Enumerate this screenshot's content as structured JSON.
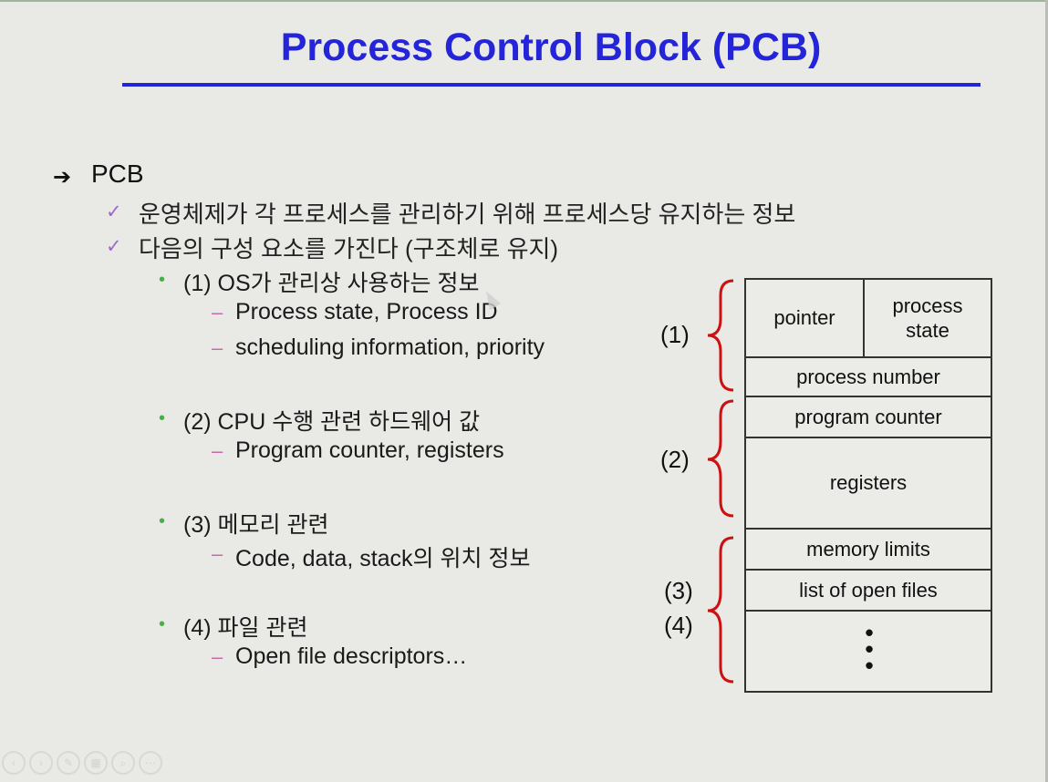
{
  "slide": {
    "title": "Process Control Block (PCB)",
    "level1": "PCB",
    "level2": [
      "운영체제가 각 프로세스를 관리하기 위해 프로세스당 유지하는 정보",
      "다음의 구성 요소를 가진다 (구조체로 유지)"
    ],
    "groups": [
      {
        "label": "(1) OS가 관리상 사용하는 정보",
        "items": [
          "Process state, Process ID",
          "scheduling information, priority"
        ]
      },
      {
        "label": "(2) CPU 수행 관련 하드웨어 값",
        "items": [
          "Program counter, registers"
        ]
      },
      {
        "label": "(3) 메모리 관련",
        "items": [
          "Code, data, stack의 위치 정보"
        ]
      },
      {
        "label": "(4) 파일 관련",
        "items": [
          "Open file descriptors…"
        ]
      }
    ]
  },
  "diagram": {
    "cells": {
      "pointer": "pointer",
      "process_state": "process state",
      "process_number": "process number",
      "program_counter": "program counter",
      "registers": "registers",
      "memory_limits": "memory limits",
      "open_files": "list of open files",
      "ellipsis": "•\n•\n•"
    },
    "brace_labels": [
      "(1)",
      "(2)",
      "(3)",
      "(4)"
    ],
    "brace_color": "#cc1111"
  },
  "colors": {
    "title": "#2424d8",
    "check": "#a168c6",
    "dot": "#48b146",
    "dash": "#c86aa8"
  },
  "icons": {
    "level1_bullet": "arrow-icon",
    "level2_bullet": "check-icon",
    "level3_bullet": "dot-icon",
    "level4_bullet": "dash-icon"
  }
}
